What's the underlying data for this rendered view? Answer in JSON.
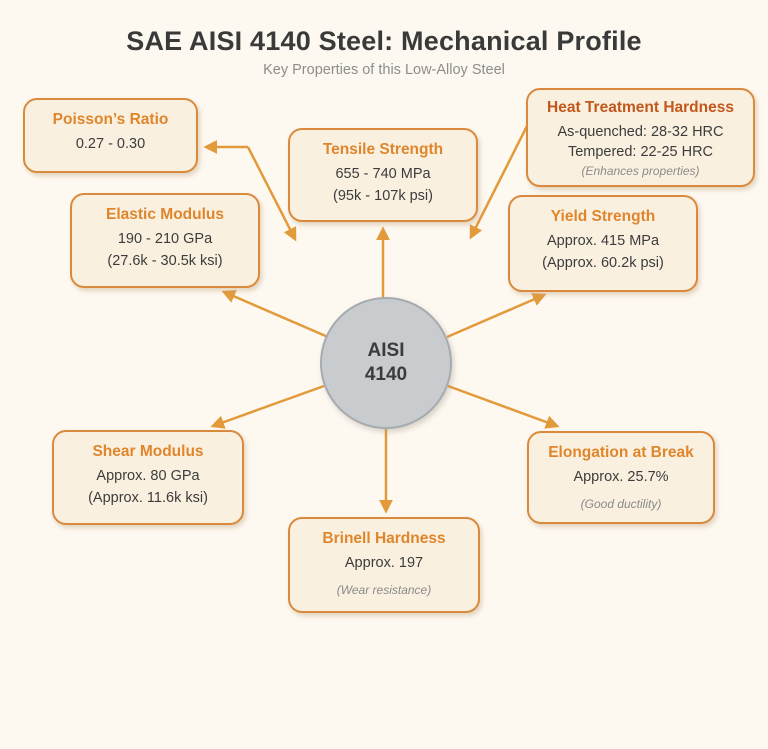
{
  "header": {
    "title": "SAE AISI 4140 Steel: Mechanical Profile",
    "subtitle": "Key Properties of this Low-Alloy Steel"
  },
  "center": {
    "line1": "AISI",
    "line2": "4140"
  },
  "nodes": [
    {
      "id": "poissons-ratio",
      "title": "Poisson’s Ratio",
      "lines": [
        "0.27 - 0.30"
      ]
    },
    {
      "id": "tensile-strength",
      "title": "Tensile Strength",
      "lines": [
        "655 - 740 MPa",
        "(95k - 107k psi)"
      ]
    },
    {
      "id": "heat-treatment-hardness",
      "title": "Heat Treatment Hardness",
      "lines": [
        "As-quenched: 28-32 HRC",
        "Tempered: 22-25 HRC"
      ],
      "note": "(Enhances properties)"
    },
    {
      "id": "elastic-modulus",
      "title": "Elastic Modulus",
      "lines": [
        "190 - 210 GPa",
        "(27.6k - 30.5k ksi)"
      ]
    },
    {
      "id": "yield-strength",
      "title": "Yield Strength",
      "lines": [
        "Approx. 415 MPa",
        "(Approx. 60.2k psi)"
      ]
    },
    {
      "id": "shear-modulus",
      "title": "Shear Modulus",
      "lines": [
        "Approx. 80 GPa",
        "(Approx. 11.6k ksi)"
      ]
    },
    {
      "id": "elongation-at-break",
      "title": "Elongation at Break",
      "lines": [
        "Approx. 25.7%"
      ],
      "note": "(Good ductility)"
    },
    {
      "id": "brinell-hardness",
      "title": "Brinell Hardness",
      "lines": [
        "Approx. 197"
      ],
      "note": "(Wear resistance)"
    }
  ],
  "colors": {
    "background": "#FDF9F1",
    "node_fill": "#FAF0E0",
    "node_border": "#D98A3E",
    "title_orange": "#DF862C",
    "title_dark_orange": "#C2571C",
    "body_text": "#3C3C3C",
    "note_gray": "#8A8A8A",
    "arrow": "#E39A3B",
    "hub_fill": "#C9CCCF",
    "hub_border": "#A6ABAF"
  }
}
